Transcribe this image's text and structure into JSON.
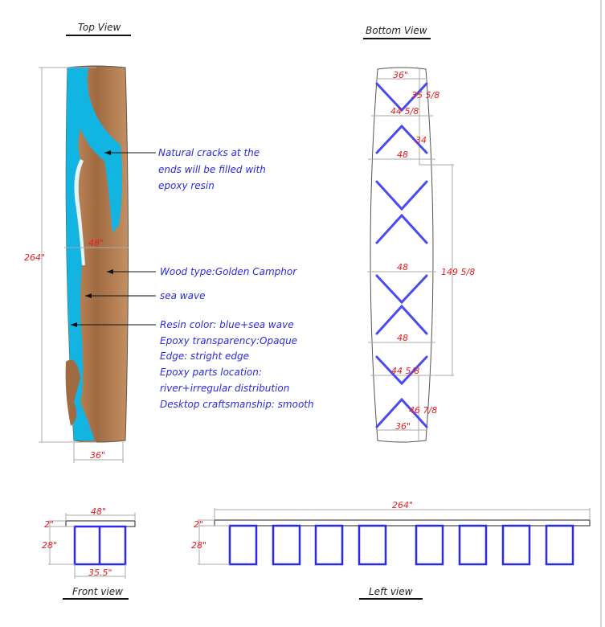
{
  "views": {
    "top": "Top View",
    "bottom": "Bottom View",
    "front": "Front view",
    "left": "Left view"
  },
  "notes": {
    "cracks": [
      "Natural cracks at the",
      "ends will be filled with",
      "epoxy resin"
    ],
    "wood_type": "Wood type:Golden Camphor",
    "sea_wave": "sea wave",
    "resin": [
      "Resin color: blue+sea wave",
      "Epoxy transparency:Opaque",
      "Edge: stright edge",
      "Epoxy parts location:",
      "river+irregular distribution",
      "Desktop craftsmanship: smooth"
    ]
  },
  "dims": {
    "top_length": "264\"",
    "top_width_end": "36\"",
    "top_width_mid": "48\"",
    "bottom_end_top": "36\"",
    "bottom_end_bottom": "36\"",
    "bottom_35": "35 5/8",
    "bottom_44_top": "44 5/8",
    "bottom_34": "34",
    "bottom_48_a": "48",
    "bottom_48_b": "48",
    "bottom_48_c": "48",
    "bottom_149": "149 5/8",
    "bottom_44_bottom": "44 5/8",
    "bottom_46": "46 7/8",
    "front_width": "48\"",
    "front_thickness": "2\"",
    "front_height": "28\"",
    "front_base": "35.5\"",
    "left_length": "264\"",
    "left_thickness": "2\"",
    "left_height": "28\""
  },
  "colors": {
    "wood": "#a87448",
    "resin": "#12b4e2",
    "dimension": "#e82020",
    "note": "#2a2ae0",
    "frame": "#2a2ae8"
  }
}
